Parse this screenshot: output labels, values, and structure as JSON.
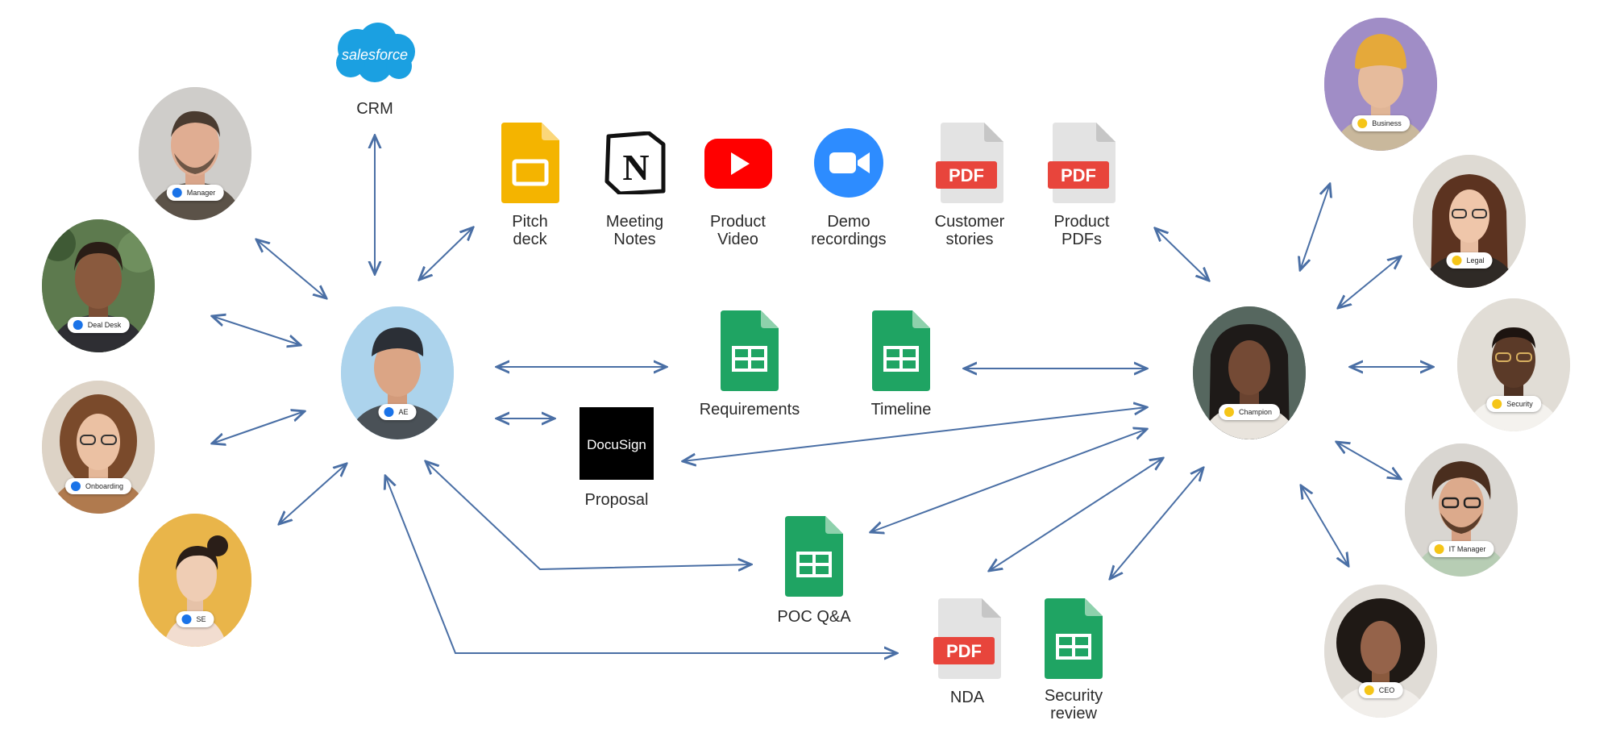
{
  "left_people": [
    {
      "role": "Manager",
      "dot": "#1a73e8"
    },
    {
      "role": "Deal Desk",
      "dot": "#1a73e8"
    },
    {
      "role": "Onboarding",
      "dot": "#1a73e8"
    },
    {
      "role": "SE",
      "dot": "#1a73e8"
    },
    {
      "role": "AE",
      "dot": "#1a73e8"
    }
  ],
  "right_people": [
    {
      "role": "Champion",
      "dot": "#f5c518"
    },
    {
      "role": "Business",
      "dot": "#f5c518"
    },
    {
      "role": "Legal",
      "dot": "#f5c518"
    },
    {
      "role": "Security",
      "dot": "#f5c518"
    },
    {
      "role": "IT Manager",
      "dot": "#f5c518"
    },
    {
      "role": "CEO",
      "dot": "#f5c518"
    }
  ],
  "crm": {
    "logo_text": "salesforce",
    "label": "CRM",
    "icon": "salesforce-cloud-icon"
  },
  "tools": {
    "pitch_deck": {
      "label": "Pitch\ndeck",
      "icon": "google-slides-icon"
    },
    "meeting_notes": {
      "label": "Meeting\nNotes",
      "icon": "notion-icon",
      "glyph": "N"
    },
    "product_video": {
      "label": "Product\nVideo",
      "icon": "youtube-icon"
    },
    "demo_recordings": {
      "label": "Demo\nrecordings",
      "icon": "zoom-icon"
    },
    "customer_stories": {
      "label": "Customer\nstories",
      "icon": "pdf-icon",
      "badge": "PDF"
    },
    "product_pdfs": {
      "label": "Product\nPDFs",
      "icon": "pdf-icon",
      "badge": "PDF"
    },
    "requirements": {
      "label": "Requirements",
      "icon": "google-sheets-icon"
    },
    "timeline": {
      "label": "Timeline",
      "icon": "google-sheets-icon"
    },
    "proposal": {
      "label": "Proposal",
      "icon": "docusign-icon",
      "logo_text": "DocuSign"
    },
    "poc_qa": {
      "label": "POC Q&A",
      "icon": "google-sheets-icon"
    },
    "nda": {
      "label": "NDA",
      "icon": "pdf-icon",
      "badge": "PDF"
    },
    "security_review": {
      "label": "Security\nreview",
      "icon": "google-sheets-icon"
    }
  },
  "colors": {
    "arrow": "#4a6fa5",
    "sheets": "#1fa463",
    "slides": "#f4b400",
    "pdf_red": "#e8453c",
    "youtube": "#ff0000",
    "zoom": "#2d8cff"
  }
}
